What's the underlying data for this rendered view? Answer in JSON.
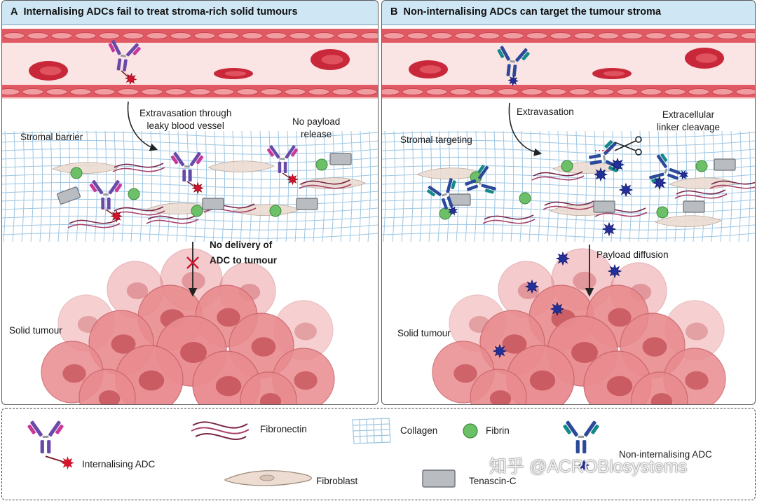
{
  "panel_a": {
    "letter": "A",
    "title": "Internalising ADCs fail to treat stroma-rich solid tumours",
    "labels": {
      "extravasation": [
        "Extravasation through",
        "leaky blood vessel"
      ],
      "stromal": "Stromal barrier",
      "no_payload": [
        "No payload",
        "release"
      ],
      "no_delivery": [
        "No delivery of",
        "ADC to tumour"
      ],
      "tumour": "Solid tumour"
    }
  },
  "panel_b": {
    "letter": "B",
    "title": "Non-internalising ADCs can target the tumour stroma",
    "labels": {
      "extravasation": "Extravasation",
      "stromal": "Stromal targeting",
      "cleavage": [
        "Extracellular",
        "linker cleavage"
      ],
      "diffusion": "Payload diffusion",
      "tumour": "Solid tumour"
    }
  },
  "legend": {
    "internalising_adc": "Internalising ADC",
    "fibronectin": "Fibronectin",
    "collagen": "Collagen",
    "fibrin": "Fibrin",
    "non_internalising_adc": "Non-internalising ADC",
    "fibroblast": "Fibroblast",
    "tenascin": "Tenascin-C"
  },
  "watermark": "知乎 @ACROBiosystems",
  "colors": {
    "header_bg": "#cfe6f4",
    "vessel": "#e15a63",
    "rbc": "#c8283a",
    "tumour": "#e98b8f",
    "payload_red": "#d4142c",
    "payload_blue": "#24309a",
    "antibody_purple": "#6a4aa8",
    "antibody_magenta": "#c8389a",
    "antibody_teal": "#148a88",
    "fibrin": "#6cc068",
    "tenascin": "#b9bdc2",
    "collagen": "#9ec6e2",
    "fibronectin": "#7a2448"
  }
}
